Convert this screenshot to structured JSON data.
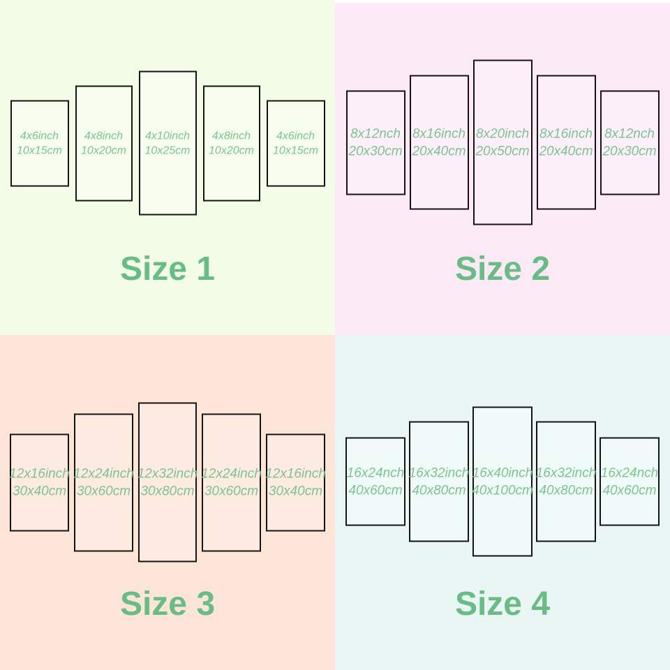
{
  "title": "5-panel canvas print size chart",
  "colors": {
    "size_label_green": "#6abc86",
    "panel_text_green": "#7cc392",
    "panel_border": "#141414",
    "top_strip_white": "#ffffff"
  },
  "quadrants": [
    {
      "label": "Size 1",
      "bg": "#f3fce6",
      "panel_bg": "#f7fdee",
      "panels": [
        {
          "inch": "4x6inch",
          "cm": "10x15cm"
        },
        {
          "inch": "4x8inch",
          "cm": "10x20cm"
        },
        {
          "inch": "4x10inch",
          "cm": "10x25cm"
        },
        {
          "inch": "4x8inch",
          "cm": "10x20cm"
        },
        {
          "inch": "4x6inch",
          "cm": "10x15cm"
        }
      ]
    },
    {
      "label": "Size 2",
      "bg": "#fbe9f6",
      "panel_bg": "#fdeff9",
      "panels": [
        {
          "inch": "8x12nch",
          "cm": "20x30cm"
        },
        {
          "inch": "8x16inch",
          "cm": "20x40cm"
        },
        {
          "inch": "8x20inch",
          "cm": "20x50cm"
        },
        {
          "inch": "8x16inch",
          "cm": "20x40cm"
        },
        {
          "inch": "8x12nch",
          "cm": "20x30cm"
        }
      ]
    },
    {
      "label": "Size 3",
      "bg": "#fce4d7",
      "panel_bg": "#fdebe1",
      "panels": [
        {
          "inch": "12x16inch",
          "cm": "30x40cm"
        },
        {
          "inch": "12x24inch",
          "cm": "30x60cm"
        },
        {
          "inch": "12x32inch",
          "cm": "30x80cm"
        },
        {
          "inch": "12x24inch",
          "cm": "30x60cm"
        },
        {
          "inch": "12x16inch",
          "cm": "30x40cm"
        }
      ]
    },
    {
      "label": "Size 4",
      "bg": "#e9f6f3",
      "panel_bg": "#f0faf8",
      "panels": [
        {
          "inch": "16x24nch",
          "cm": "40x60cm"
        },
        {
          "inch": "16x32inch",
          "cm": "40x80cm"
        },
        {
          "inch": "16x40inch",
          "cm": "40x100cm"
        },
        {
          "inch": "16x32inch",
          "cm": "40x80cm"
        },
        {
          "inch": "16x24nch",
          "cm": "40x60cm"
        }
      ]
    }
  ]
}
